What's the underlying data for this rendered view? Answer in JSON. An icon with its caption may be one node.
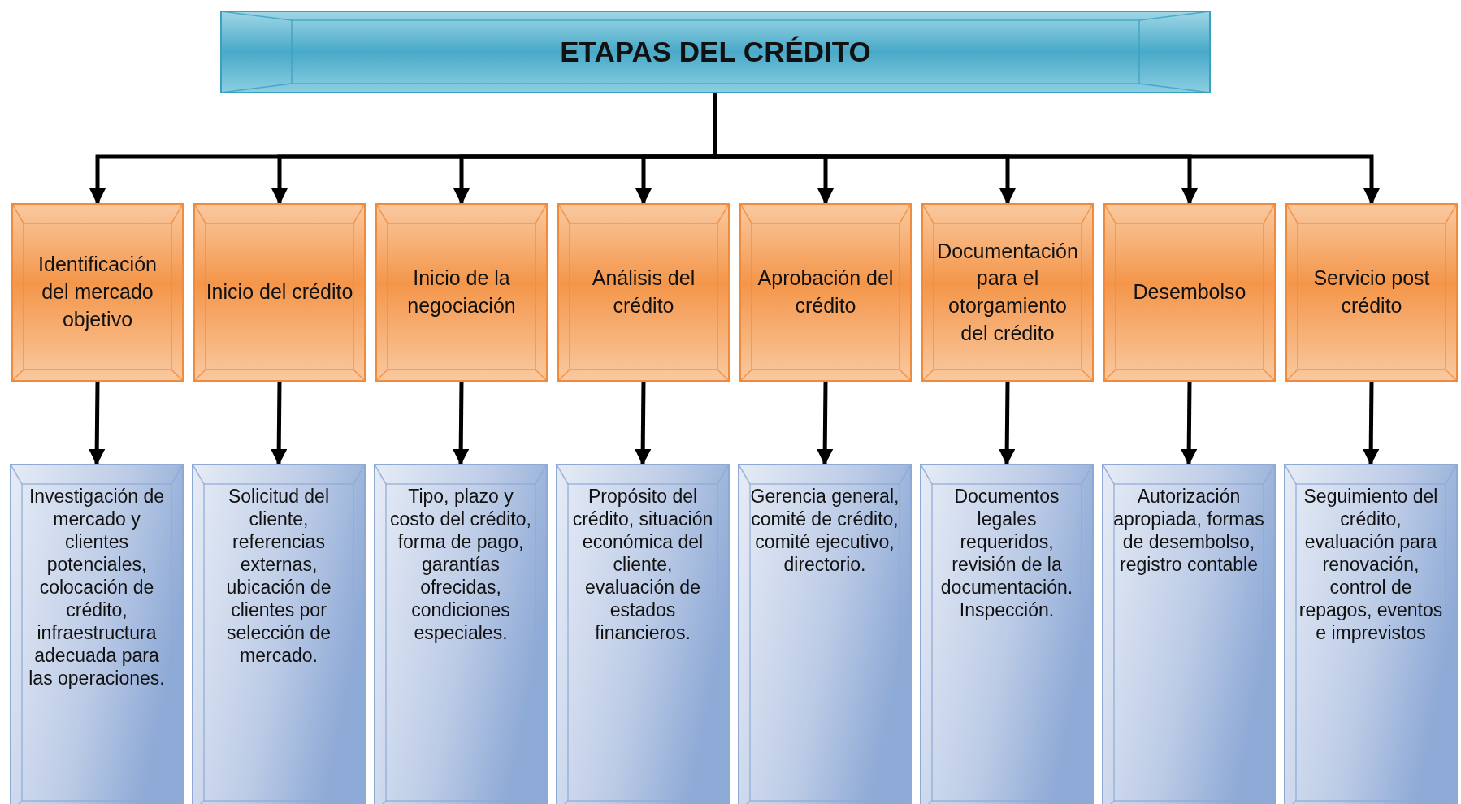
{
  "diagram": {
    "nodes": [
      {
        "text": [
          "ETAPAS DEL CRÉDITO"
        ]
      },
      {
        "text": [
          "Identificación del mercado objetivo"
        ]
      },
      {
        "text": [
          "Inicio del crédito"
        ]
      },
      {
        "text": [
          "Inicio de la negociación"
        ]
      },
      {
        "text": [
          "Análisis del crédito"
        ]
      },
      {
        "text": [
          "Aprobación del crédito"
        ]
      },
      {
        "text": [
          "Documentación para el otorgamiento del crédito"
        ]
      },
      {
        "text": [
          "Desembolso"
        ]
      },
      {
        "text": [
          "Servicio post crédito"
        ]
      },
      {
        "text": [
          "Investigación de mercado y clientes potenciales, colocación de crédito, infraestructura adecuada para las operaciones."
        ]
      },
      {
        "text": [
          "Solicitud del cliente, referencias externas, ubicación de clientes por selección de mercado."
        ]
      },
      {
        "text": [
          "Tipo, plazo y costo del crédito, forma de pago, garantías ofrecidas, condiciones especiales."
        ]
      },
      {
        "text": [
          "Propósito del crédito, situación económica del cliente, evaluación de estados financieros."
        ]
      },
      {
        "text": [
          "Gerencia general, comité de crédito, comité ejecutivo, directorio."
        ]
      },
      {
        "text": [
          "Documentos legales requeridos, revisión de la documentación. Inspección."
        ]
      },
      {
        "text": [
          "Autorización apropiada, formas de desembolso, registro contable"
        ]
      },
      {
        "text": [
          "Seguimiento del crédito, evaluación para renovación, control de repagos, eventos e imprevistos"
        ]
      }
    ],
    "edges": [
      {
        "from": 0,
        "to": 1,
        "arrow": "to"
      },
      {
        "from": 0,
        "to": 2,
        "arrow": "to"
      },
      {
        "from": 0,
        "to": 3,
        "arrow": "to"
      },
      {
        "from": 0,
        "to": 4,
        "arrow": "to"
      },
      {
        "from": 0,
        "to": 5,
        "arrow": "to"
      },
      {
        "from": 0,
        "to": 6,
        "arrow": "to"
      },
      {
        "from": 0,
        "to": 7,
        "arrow": "to"
      },
      {
        "from": 0,
        "to": 8,
        "arrow": "to"
      },
      {
        "from": 1,
        "to": 9,
        "arrow": "to"
      },
      {
        "from": 2,
        "to": 10,
        "arrow": "to"
      },
      {
        "from": 3,
        "to": 11,
        "arrow": "to"
      },
      {
        "from": 4,
        "to": 12,
        "arrow": "to"
      },
      {
        "from": 5,
        "to": 13,
        "arrow": "to"
      },
      {
        "from": 6,
        "to": 14,
        "arrow": "to"
      },
      {
        "from": 7,
        "to": 15,
        "arrow": "to"
      },
      {
        "from": 8,
        "to": 16,
        "arrow": "to"
      }
    ]
  }
}
